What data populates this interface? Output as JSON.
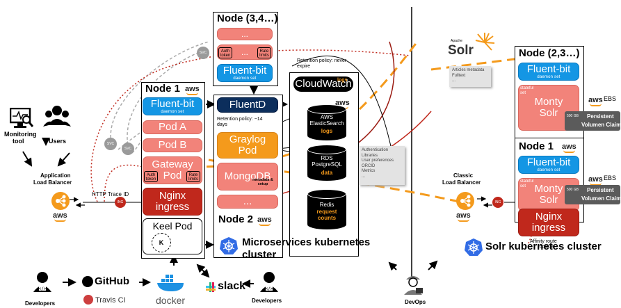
{
  "node34": {
    "title": "Node (3,4…)",
    "pod_top": "...",
    "pod_mid": "...",
    "auth": "Auth token",
    "rate": "Rate limits",
    "fluentbit": "Fluent-bit",
    "fluentbit_sub": "daemon set"
  },
  "node1": {
    "title": "Node 1",
    "aws": "aws",
    "fluentbit": "Fluent-bit",
    "fluentbit_sub": "daemon set",
    "pod_a": "Pod A",
    "pod_b": "Pod B",
    "gateway": "Gateway",
    "gateway2": "Pod",
    "auth": "Auth token",
    "rate": "Rate limits",
    "nginx": "Nginx",
    "nginx2": "ingress",
    "keel": "Keel Pod",
    "keel_icon": "K"
  },
  "node2": {
    "title": "Node 2",
    "aws": "aws",
    "fluentd": "FluentD",
    "retention": "Retention policy: ~14 days",
    "graylog": "Graylog",
    "graylog2": "Pod",
    "mongo": "MongoDB",
    "mongo_sub": "metadata & setup",
    "pod_bottom": "..."
  },
  "cloudwatch": {
    "retention": "Retention policy: never expire",
    "title": "CloudWatch",
    "logs": "logs",
    "aws": "aws",
    "es_1": "AWS",
    "es_2": "ElasticSearch",
    "es_tag": "logs",
    "rds_1": "RDS",
    "rds_2": "PostgreSQL",
    "rds_tag": "data",
    "redis_1": "Redis",
    "redis_tag1": "request",
    "redis_tag2": "counts"
  },
  "pg_note": [
    "Authentication",
    "Libraries",
    "User preferences",
    "ORCID",
    "Metrics",
    "..."
  ],
  "left": {
    "monitoring": "Monitoring",
    "monitoring2": "tool",
    "users": "Users",
    "alb1": "Application",
    "alb2": "Load Balancer",
    "trace": "HTTP Trace ID",
    "aws": "aws",
    "svc": "SVC",
    "ing": "ING"
  },
  "micro": {
    "title1": "Microservices kubernetes",
    "title2": "cluster"
  },
  "bottom": {
    "developers": "Developers",
    "github": "GitHub",
    "travis": "Travis CI",
    "docker": "docker",
    "slack": "slack",
    "developers2": "Developers",
    "devops": "DevOps"
  },
  "solr": {
    "apache": "Apache",
    "solr": "Solr",
    "note": [
      "Articles metadata",
      "Fulltext",
      "..."
    ],
    "n23_title": "Node (2,3…)",
    "n1_title": "Node 1",
    "fluentbit": "Fluent-bit",
    "fluentbit_sub": "daemon set",
    "stateful": "stateful set",
    "monty": "Monty",
    "solr_pod": "Solr",
    "aws_ebs": "aws",
    "ebs": "EBS",
    "pvc_size": "500 GB",
    "pvc_1": "Persistent",
    "pvc_2": "Volumen Claim",
    "nginx": "Nginx",
    "nginx2": "ingress",
    "affinity1": "Affinity route",
    "affinity2": "cookie",
    "clb1": "Classic",
    "clb2": "Load Balancer",
    "aws": "aws",
    "ing": "ING",
    "cluster": "Solr kubernetes cluster"
  },
  "colors": {
    "salmon": "#f2837a",
    "red": "#c0281c",
    "blue": "#1496e4",
    "orange": "#f49a1c",
    "navy": "#0c2e5c",
    "grey": "#9a9a9a"
  }
}
